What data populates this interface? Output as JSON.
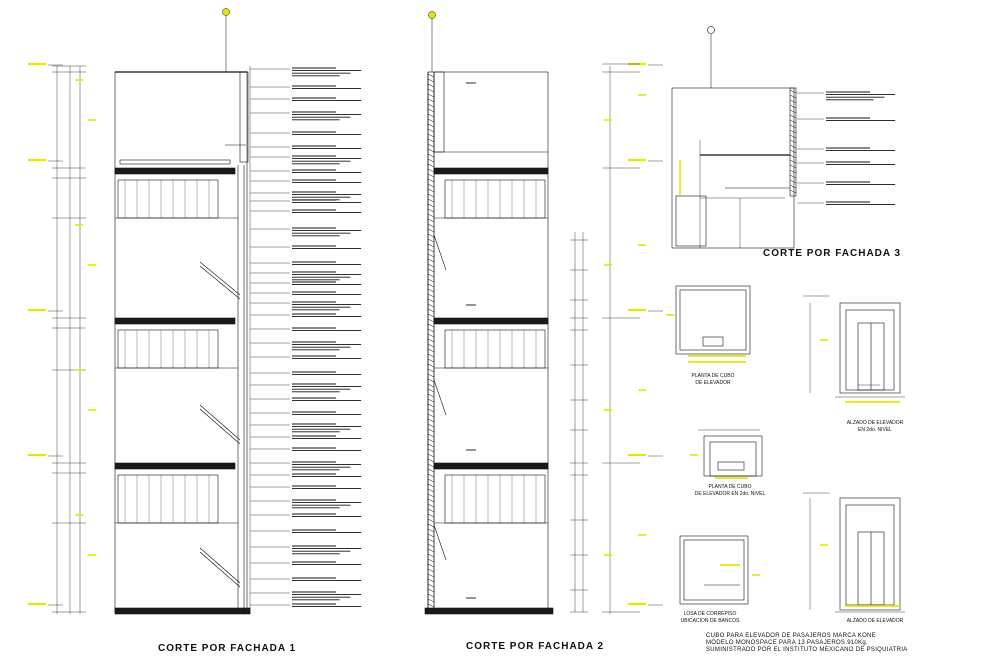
{
  "titles": {
    "corte_1": "CORTE POR FACHADA 1",
    "corte_2": "CORTE POR FACHADA 2",
    "corte_3": "CORTE POR FACHADA 3"
  },
  "captions": {
    "planta_cubo_line1": "PLANTA DE CUBO",
    "planta_cubo_line2": "DE ELEVADOR",
    "alzado_2do_line1": "ALZADO DE ELEVADOR",
    "alzado_2do_line2": "EN 2do. NIVEL",
    "planta_cubo_2do_line1": "PLANTA DE CUBO",
    "planta_cubo_2do_line2": "DE ELEVADOR EN 2do. NIVEL",
    "losa_line1": "LOSA DE CORREPISO",
    "losa_line2": "UBICACION DE BANCOS",
    "alzado_elevador": "ALZADO DE ELEVADOR"
  },
  "notes": {
    "line1": "CUBO PARA ELEVADOR DE PASAJEROS MARCA KONE",
    "line2": "MODELO MONOSPACE PARA 13 PASAJEROS 910Kg.",
    "line3": "SUMINISTRADO POR EL INSTITUTO MEXICANO DE PSIQUIATRIA"
  },
  "colors": {
    "ink": "#111111",
    "dimension_yellow": "#e6e600",
    "slab_fill": "#1a1a1a"
  }
}
